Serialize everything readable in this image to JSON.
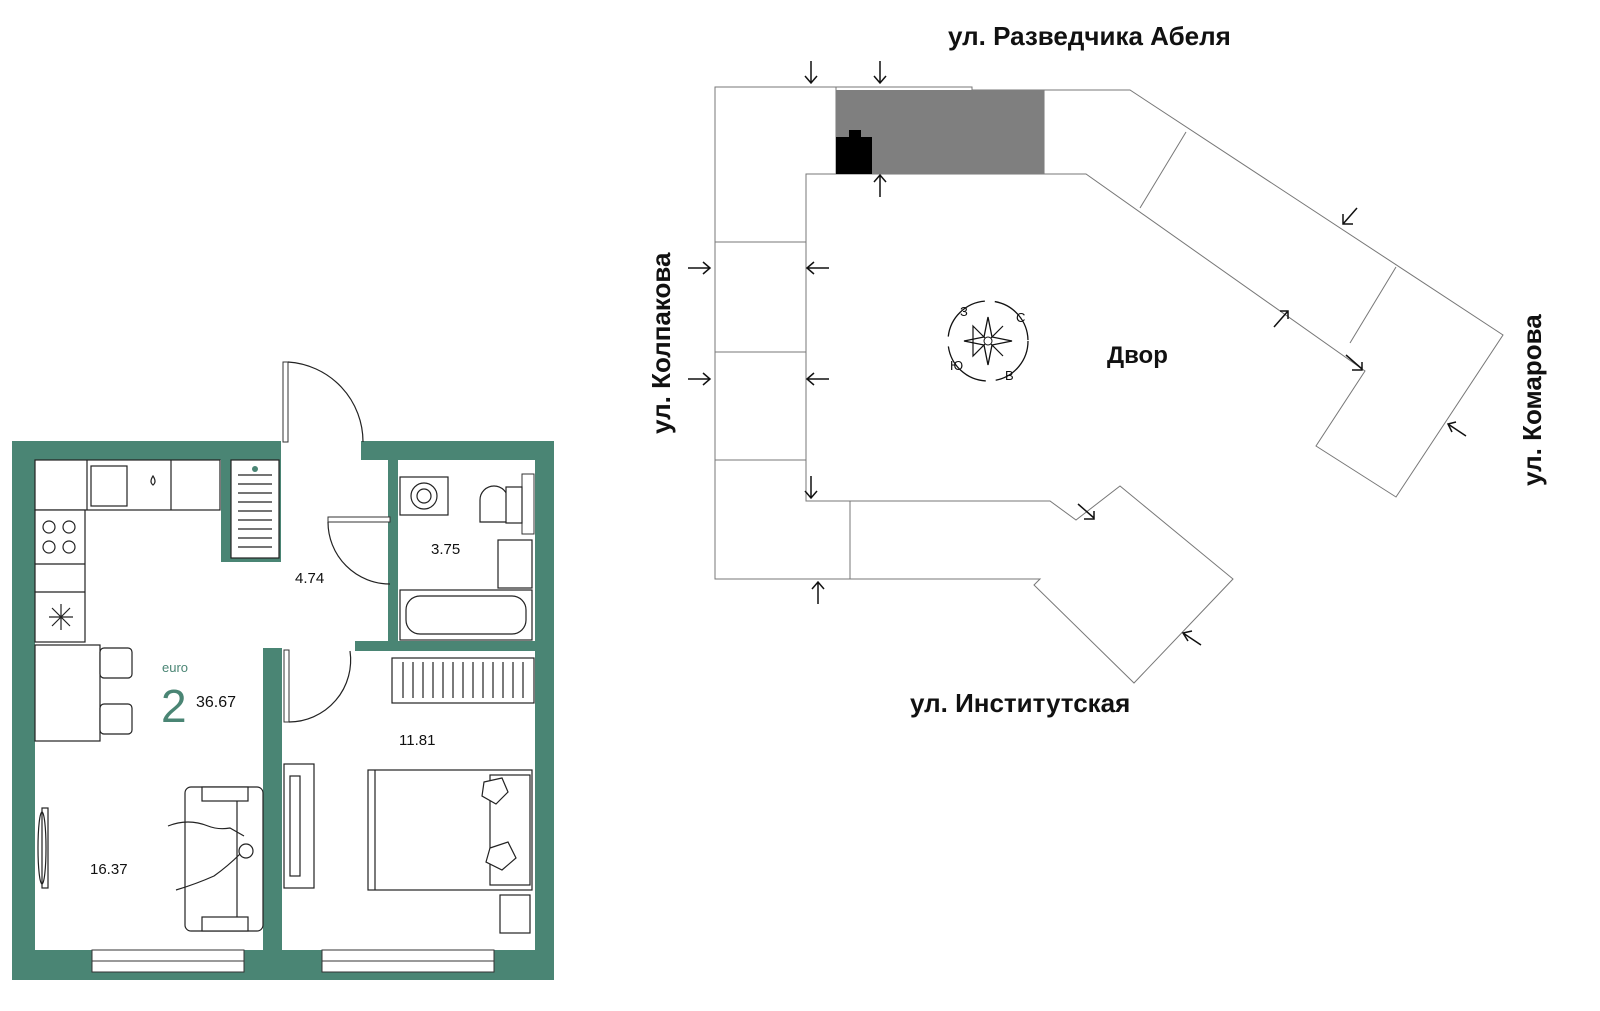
{
  "apartment": {
    "type_prefix": "euro",
    "rooms": "2",
    "total_area": "36.67",
    "rooms_areas": {
      "living": "16.37",
      "hall": "4.74",
      "bathroom": "3.75",
      "bedroom": "11.81"
    }
  },
  "site": {
    "streets": {
      "north": "ул. Разведчика Абеля",
      "west": "ул. Колпакова",
      "east": "ул. Комарова",
      "south": "ул. Институтская"
    },
    "courtyard": "Двор",
    "compass": {
      "n": "С",
      "e": "В",
      "s": "Ю",
      "w": "З"
    }
  },
  "colors": {
    "wall": "#4a8574",
    "accent": "#4a8574",
    "section_highlight": "#7f7f7f",
    "apartment_marker": "#000000"
  }
}
